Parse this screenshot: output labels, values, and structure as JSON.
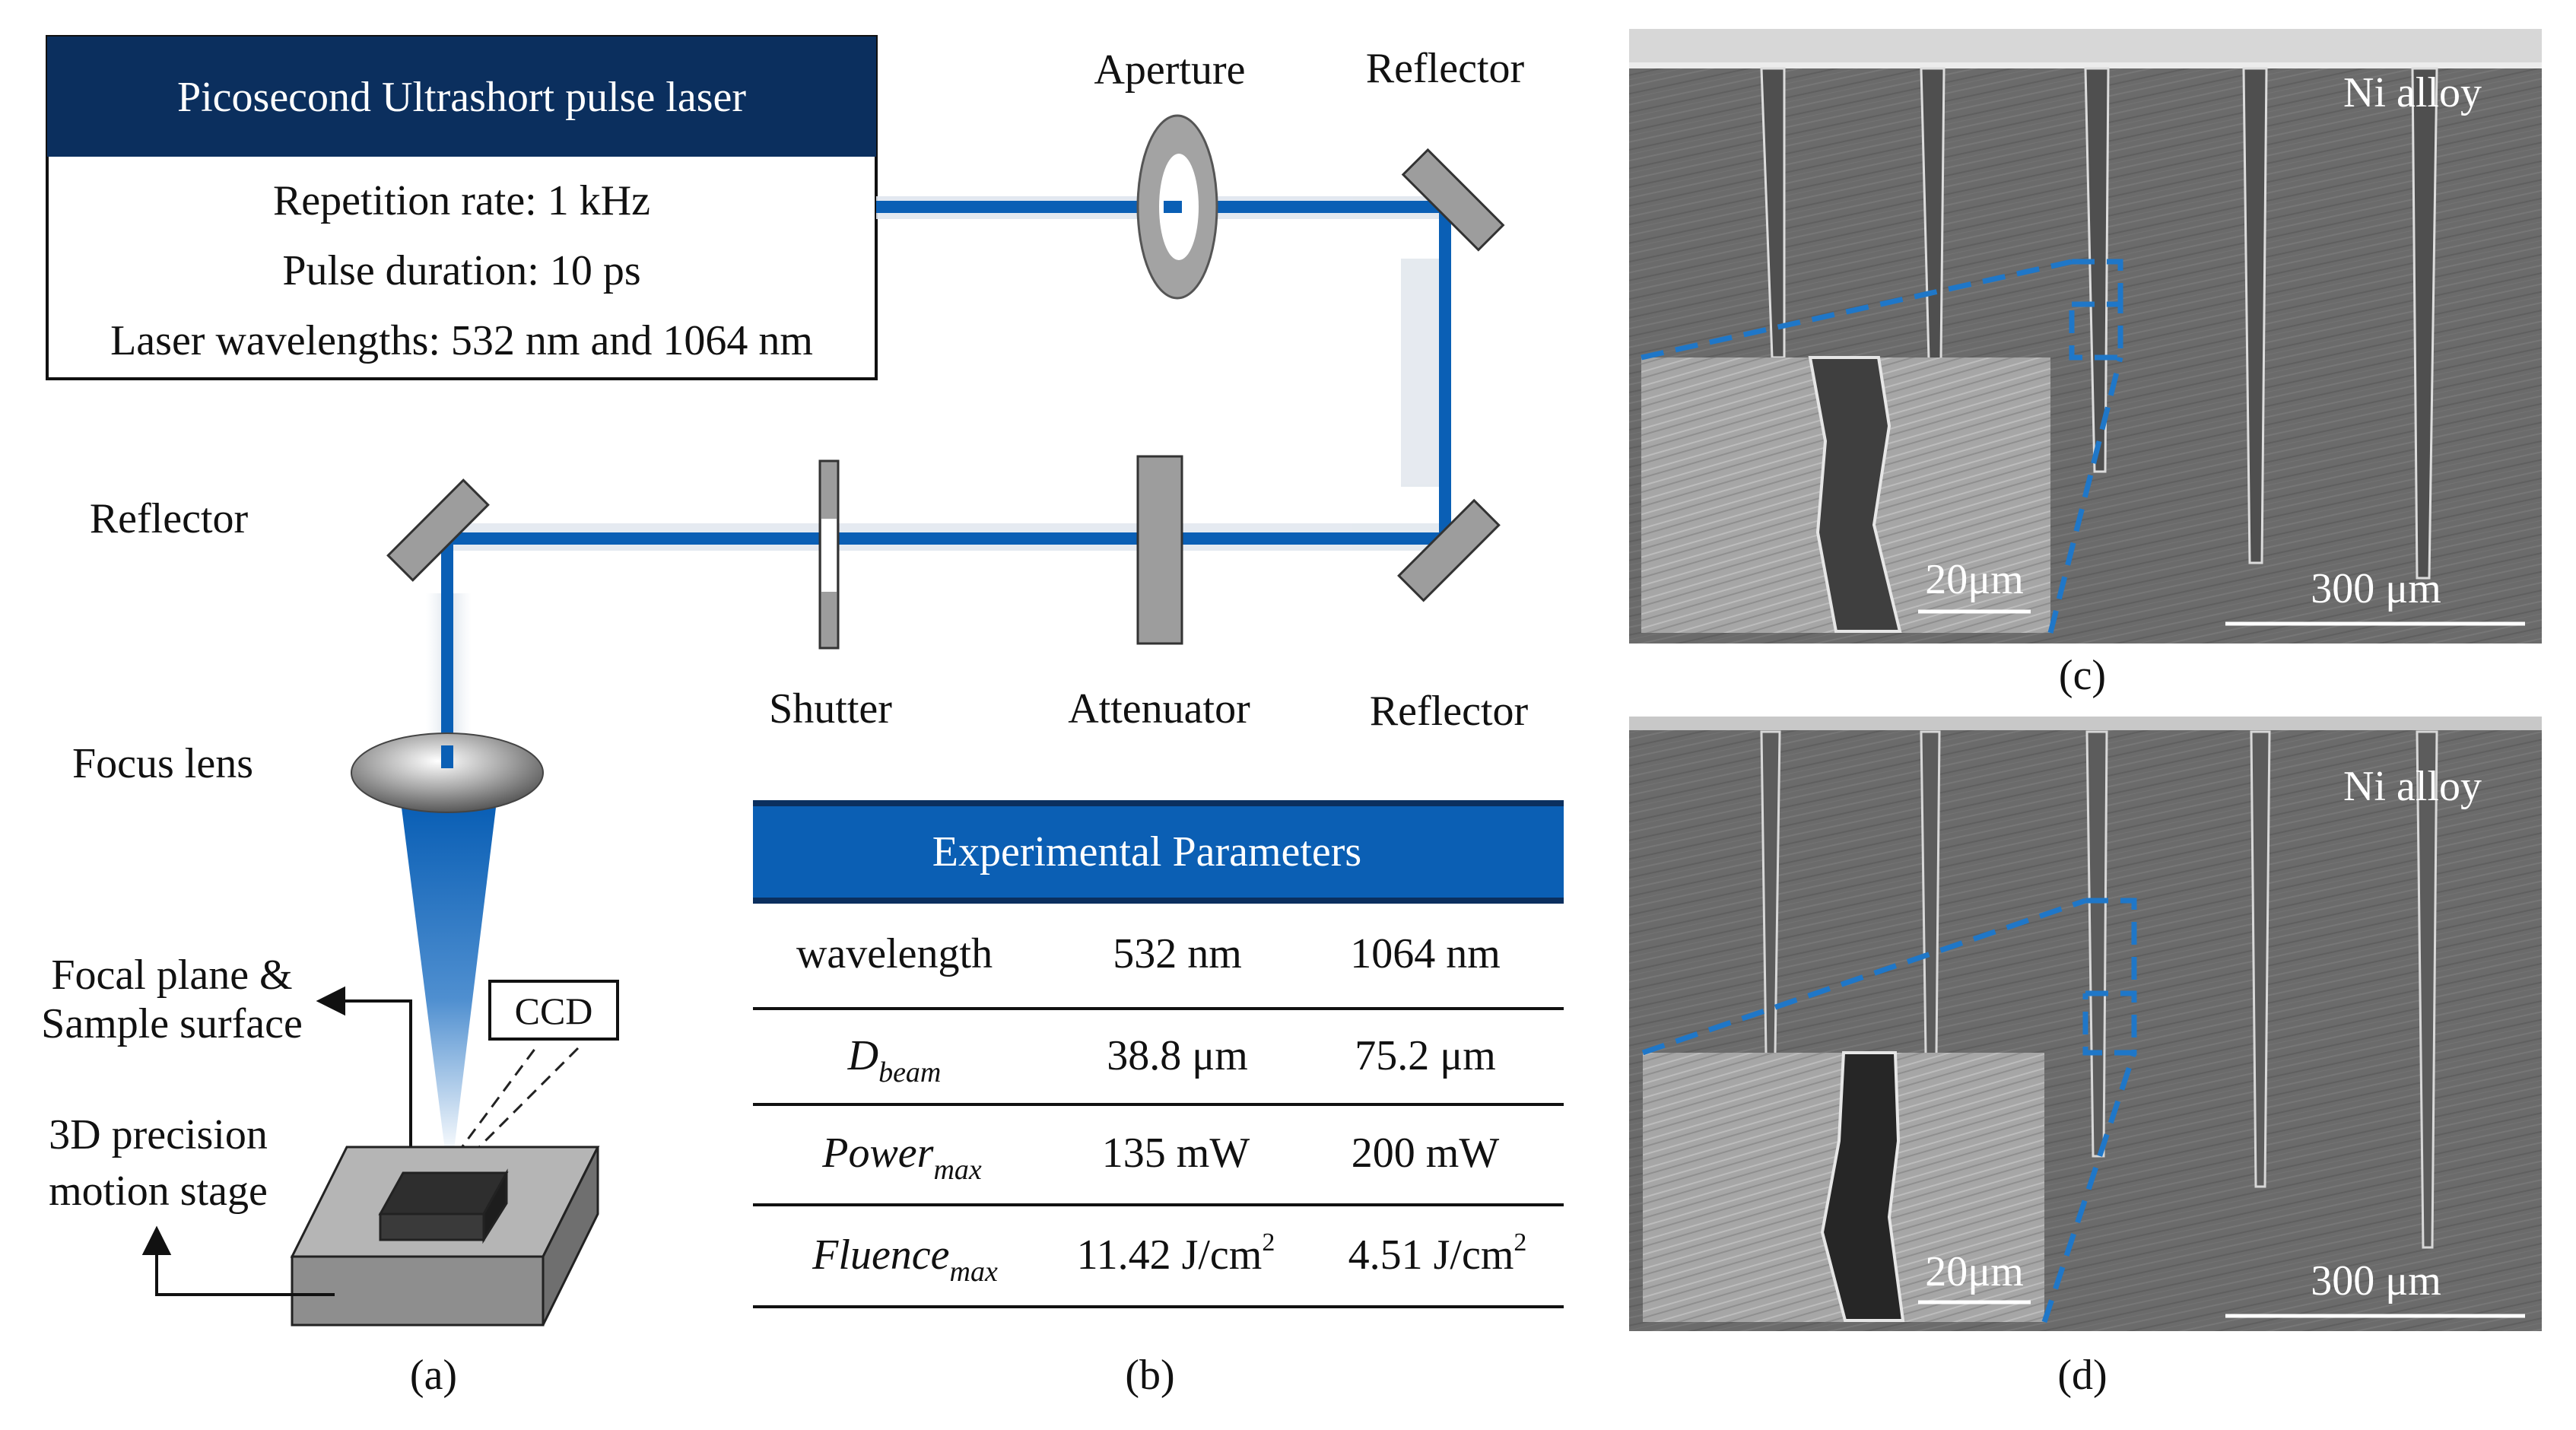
{
  "laser_box": {
    "header": "Picosecond Ultrashort pulse laser",
    "lines": [
      "Repetition rate: 1 kHz",
      "Pulse duration: 10 ps",
      "Laser wavelengths: 532 nm and 1064 nm"
    ]
  },
  "labels": {
    "aperture": "Aperture",
    "reflector_top": "Reflector",
    "reflector_left": "Reflector",
    "reflector_bottom": "Reflector",
    "shutter": "Shutter",
    "attenuator": "Attenuator",
    "focus_lens": "Focus lens",
    "focal_plane_1": "Focal plane &",
    "focal_plane_2": "Sample surface",
    "ccd": "CCD",
    "stage_1": "3D precision",
    "stage_2": "motion stage"
  },
  "table": {
    "title": "Experimental Parameters",
    "rows": [
      {
        "param": "wavelength",
        "sub": "",
        "v532": "532 nm",
        "v1064": "1064 nm",
        "sup": ""
      },
      {
        "param": "D",
        "sub": "beam",
        "v532": "38.8 μm",
        "v1064": "75.2 μm",
        "sup": ""
      },
      {
        "param": "Power",
        "sub": "max",
        "v532": "135 mW",
        "v1064": "200 mW",
        "sup": ""
      },
      {
        "param": "Fluence",
        "sub": "max",
        "v532": "11.42 J/cm",
        "v1064": "4.51 J/cm",
        "sup": "2"
      }
    ]
  },
  "sem_c": {
    "material": "Ni alloy",
    "scale_inset": "20μm",
    "scale_main": "300 μm"
  },
  "sem_d": {
    "material": "Ni alloy",
    "scale_inset": "20μm",
    "scale_main": "300 μm"
  },
  "panel_labels": {
    "a": "(a)",
    "b": "(b)",
    "c": "(c)",
    "d": "(d)"
  },
  "colors": {
    "beam": "#0a5fb5",
    "navy": "#0b2f5e",
    "table_blue": "#0b5fb4",
    "dash": "#1f77c8",
    "sem_gray": "#6a6a6a"
  }
}
